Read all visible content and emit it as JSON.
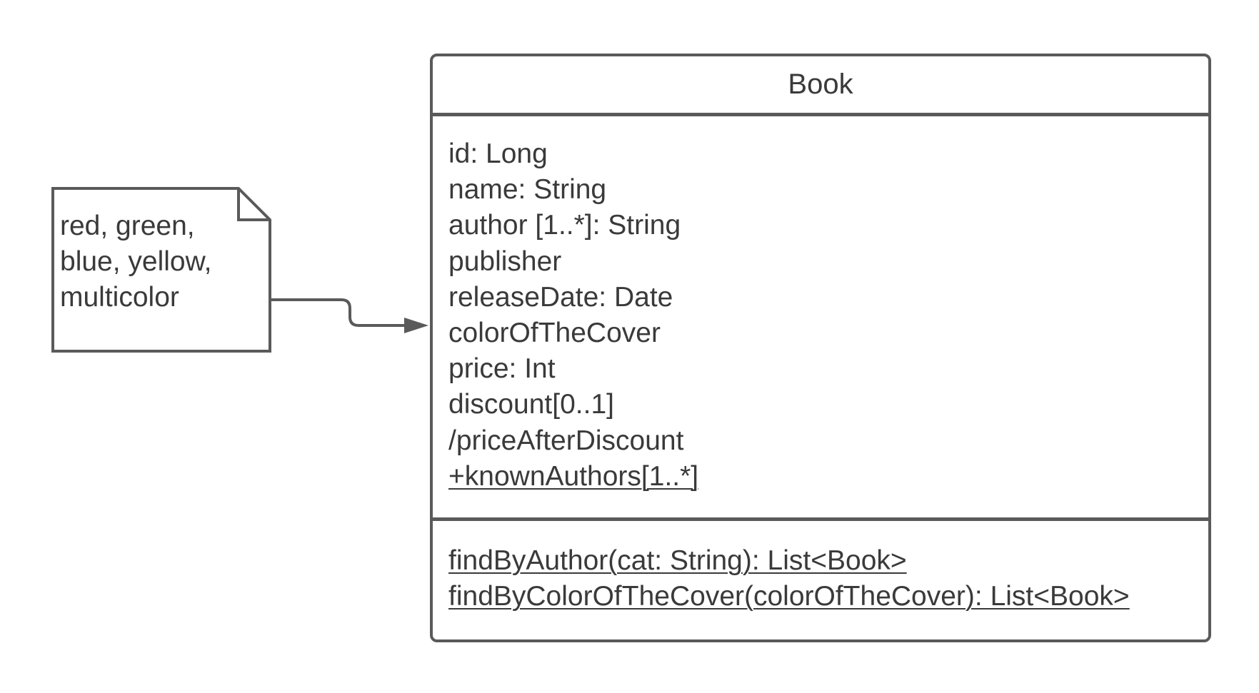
{
  "note": {
    "lines": [
      "red, green,",
      "blue, yellow,",
      "multicolor"
    ]
  },
  "class": {
    "name": "Book",
    "attributes": [
      "id: Long",
      "name: String",
      "author [1..*]: String",
      "publisher",
      "releaseDate: Date",
      "colorOfTheCover",
      "price: Int",
      "discount[0..1]",
      "/priceAfterDiscount",
      "+knownAuthors[1..*]"
    ],
    "methods": [
      "findByAuthor(cat: String): List<Book>",
      "findByColorOfTheCover(colorOfTheCover): List<Book>"
    ]
  },
  "colors": {
    "stroke": "#5a5a5a",
    "text": "#3a3a3a",
    "background": "#ffffff"
  }
}
